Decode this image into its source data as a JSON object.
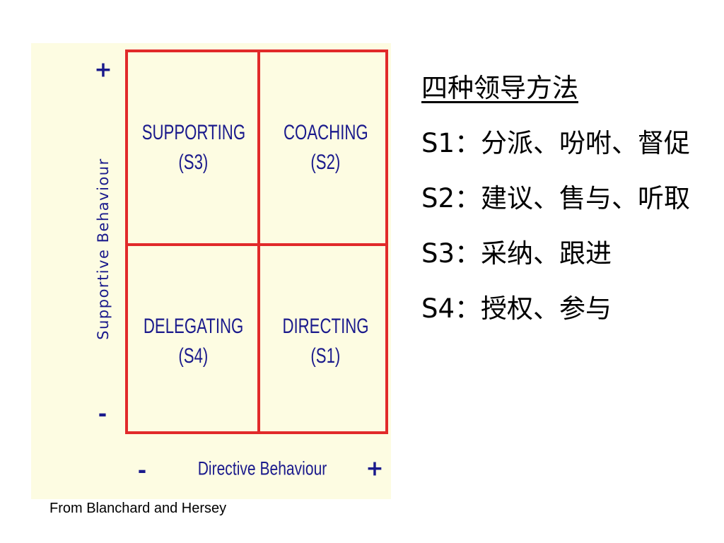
{
  "diagram": {
    "y_axis": {
      "label": "Supportive Behaviour",
      "plus": "+",
      "minus": "-"
    },
    "x_axis": {
      "label": "Directive Behaviour",
      "plus": "+",
      "minus": "-"
    },
    "quadrants": {
      "top_left": {
        "name": "SUPPORTING",
        "code": "(S3)"
      },
      "top_right": {
        "name": "COACHING",
        "code": "(S2)"
      },
      "bottom_left": {
        "name": "DELEGATING",
        "code": "(S4)"
      },
      "bottom_right": {
        "name": "DIRECTING",
        "code": "(S1)"
      }
    },
    "colors": {
      "grid": "#e12a2a",
      "text": "#1a1a8c",
      "background": "#fdfce2"
    }
  },
  "caption": "From Blanchard and Hersey",
  "methods": {
    "title": "四种领导方法",
    "items": [
      "S1：分派、吩咐、督促",
      "S2：建议、售与、听取",
      "S3：采纳、跟进",
      "S4：授权、参与"
    ]
  }
}
